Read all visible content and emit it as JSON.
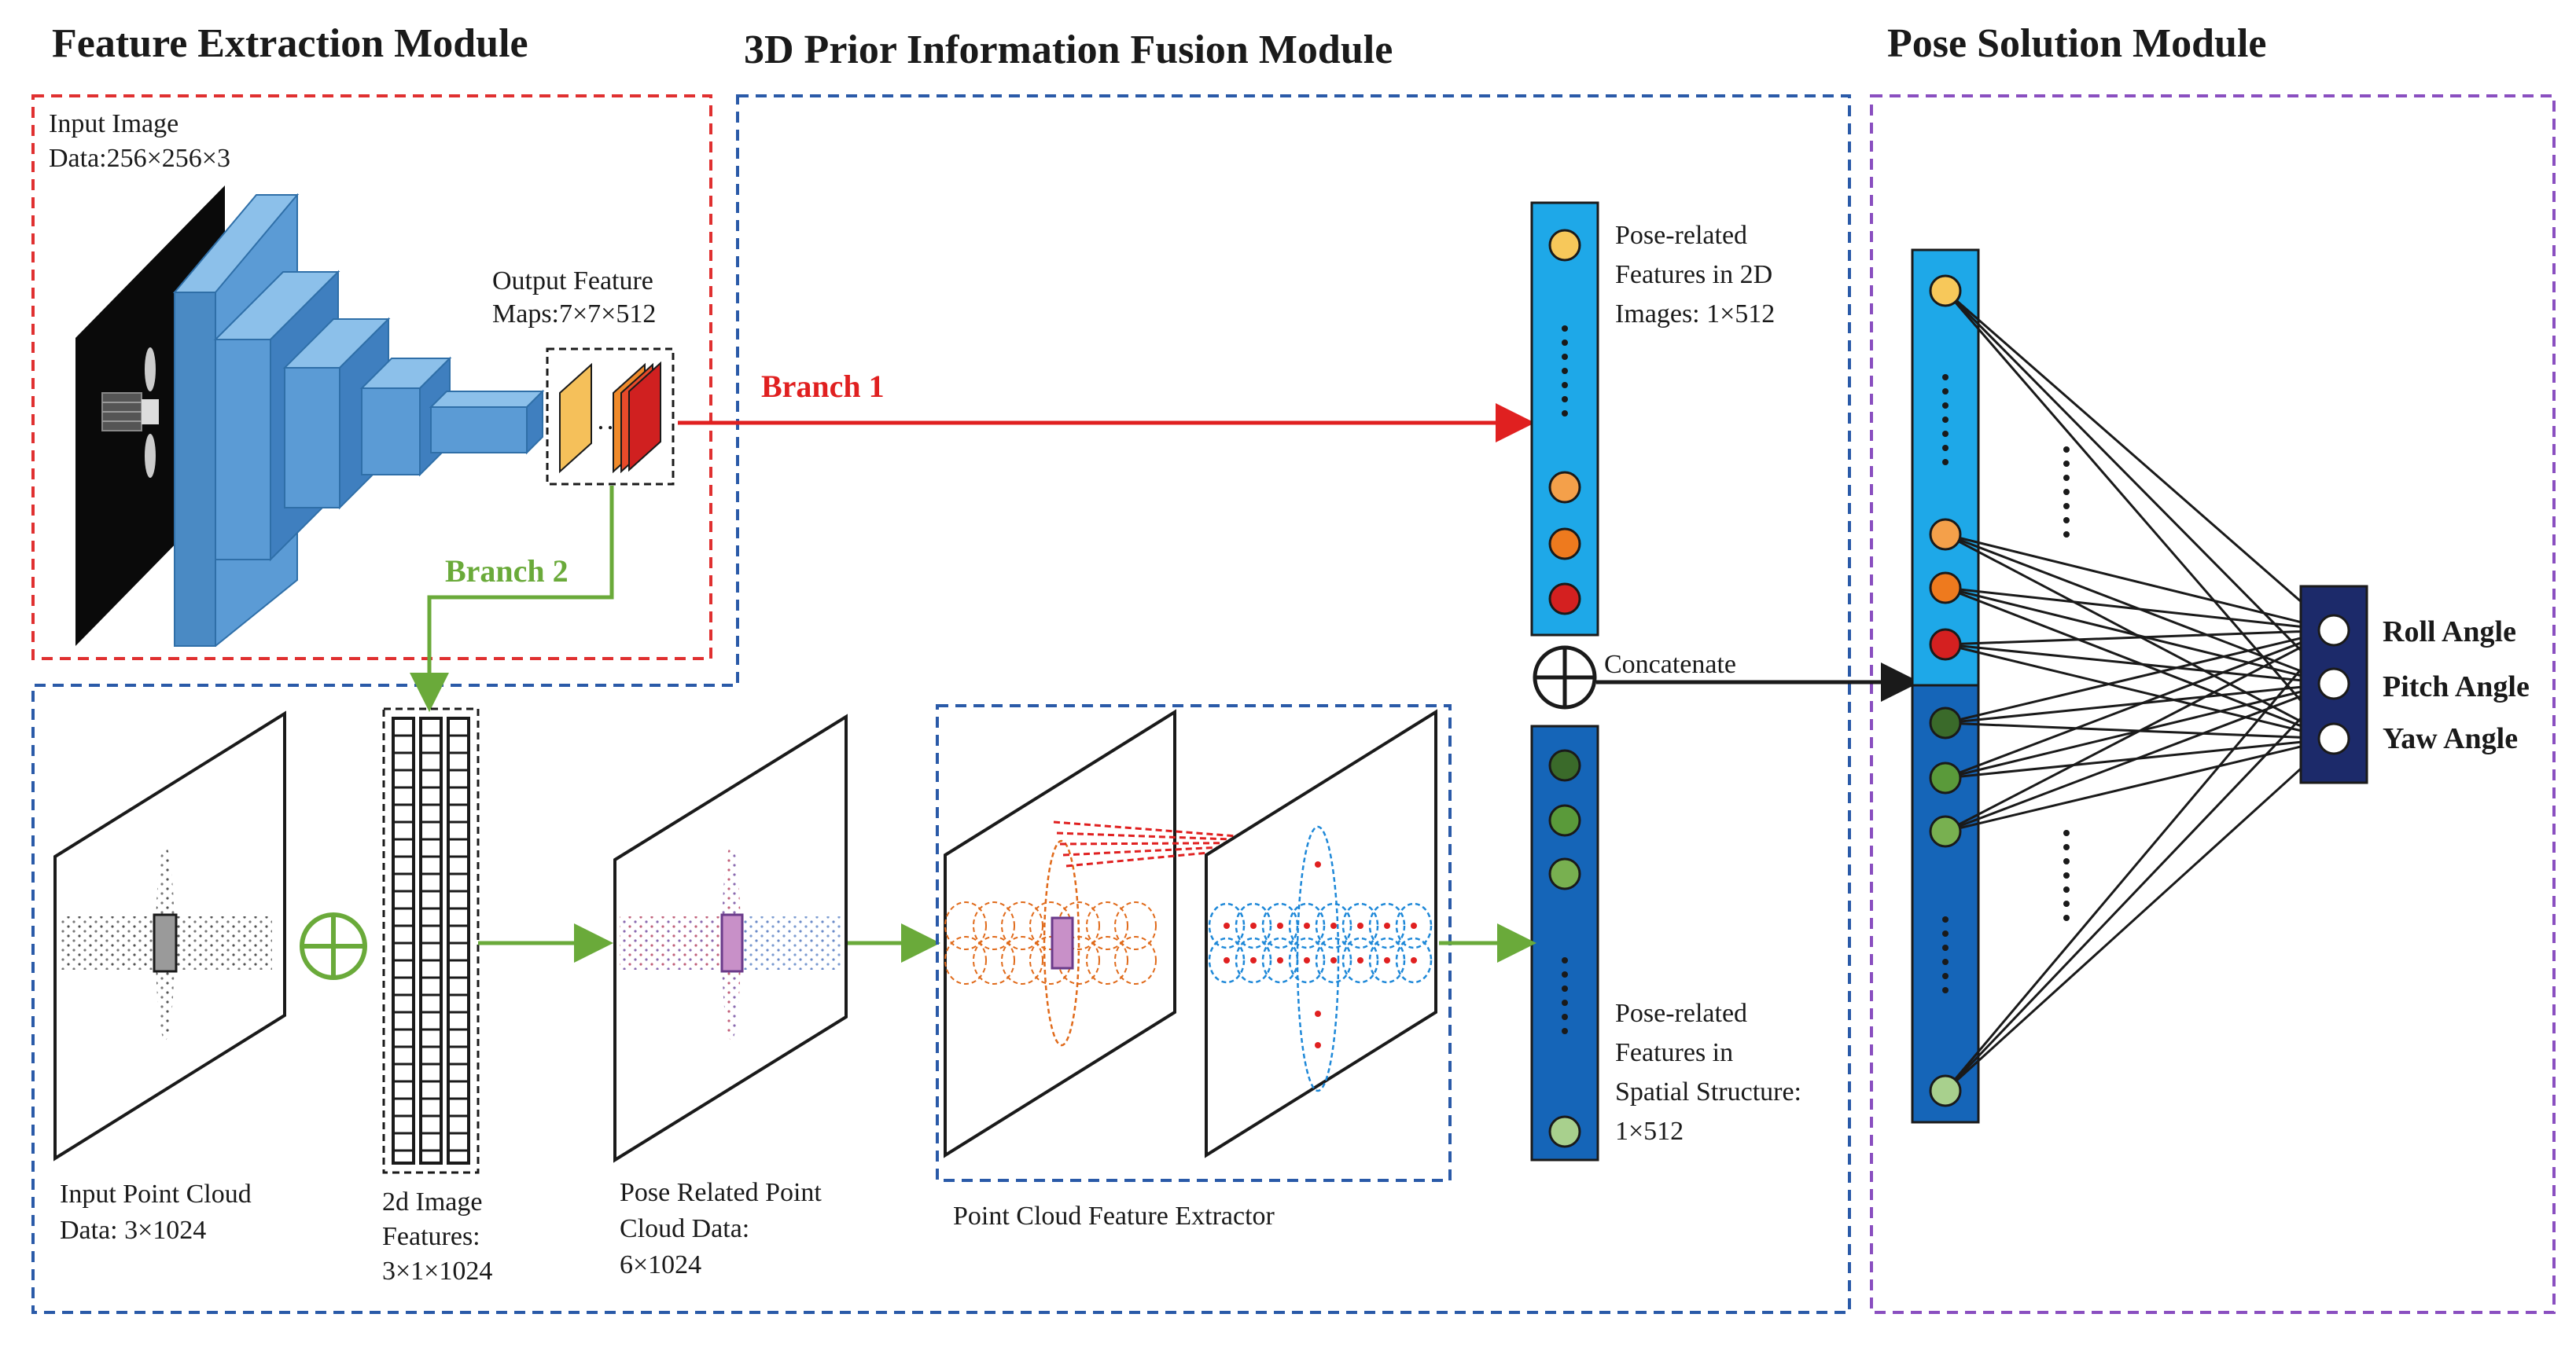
{
  "titles": {
    "feature_extraction": "Feature Extraction Module",
    "fusion": "3D Prior Information Fusion Module",
    "pose_solution": "Pose Solution Module"
  },
  "input_image": {
    "line1": "Input Image",
    "line2": "Data:256×256×3"
  },
  "output_feature": {
    "line1": "Output Feature",
    "line2": "Maps:7×7×512"
  },
  "branches": {
    "branch1": "Branch 1",
    "branch2": "Branch 2"
  },
  "pose_2d": {
    "line1": "Pose-related",
    "line2": "Features in 2D",
    "line3": "Images: 1×512"
  },
  "concatenate": "Concatenate",
  "pose_spatial": {
    "line1": "Pose-related",
    "line2": "Features in",
    "line3": "Spatial Structure:",
    "line4": "1×512"
  },
  "input_point_cloud": {
    "line1": "Input Point Cloud",
    "line2": "Data: 3×1024"
  },
  "image_features_2d": {
    "line1": "2d Image",
    "line2": "Features:",
    "line3": "3×1×1024"
  },
  "pose_related_cloud": {
    "line1": "Pose Related Point",
    "line2": "Cloud Data:",
    "line3": "6×1024"
  },
  "extractor": "Point Cloud Feature Extractor",
  "outputs": {
    "roll": "Roll Angle",
    "pitch": "Pitch Angle",
    "yaw": "Yaw Angle"
  },
  "colors": {
    "red_dash": "#e03030",
    "blue_dash": "#2a5aa8",
    "purple_dash": "#8a4fc0",
    "branch1": "#e02020",
    "branch2": "#6aaa3a",
    "light_blue": "#1ea8e8",
    "dark_blue": "#1565b8",
    "cnn_blue": "#5b9bd5",
    "node_yellow": "#f7c85a",
    "node_orange": "#f4a04a",
    "node_dark_orange": "#ee7a1e",
    "node_red": "#d42020",
    "node_dark_green": "#3a6a2a",
    "node_green": "#5a9a3a",
    "node_light_green": "#a8d08d"
  }
}
